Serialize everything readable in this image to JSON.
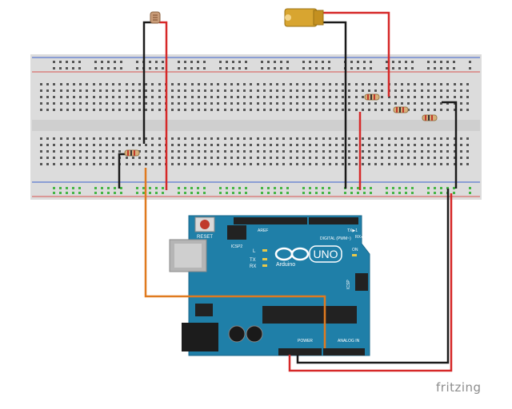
{
  "board": {
    "reset_label": "RESET",
    "icsp2_label": "ICSP2",
    "l_label": "L",
    "tx_label": "TX",
    "rx_label": "RX",
    "uno_label": "UNO",
    "arduino_label": "Arduino",
    "digital_label": "DIGITAL (PWM~)",
    "on_label": "ON",
    "icsp_label": "ICSP",
    "power_label": "POWER",
    "analog_label": "ANALOG IN",
    "aref_label": "AREF",
    "tx1_label": "TX▶1",
    "rx0_label": "RX◀0"
  },
  "components": {
    "photoresistor": "photoresistor-icon",
    "laser": "laser-module-icon",
    "resistor": "resistor-icon"
  },
  "colors": {
    "board": "#1f7fa8",
    "wire_red": "#d62828",
    "wire_black": "#1a1a1a",
    "wire_orange": "#e07a1f",
    "rail_blue": "#3a5fcd",
    "rail_red": "#d9534f",
    "hole_green": "#44b544"
  },
  "footer": {
    "brand": "fritzing"
  }
}
